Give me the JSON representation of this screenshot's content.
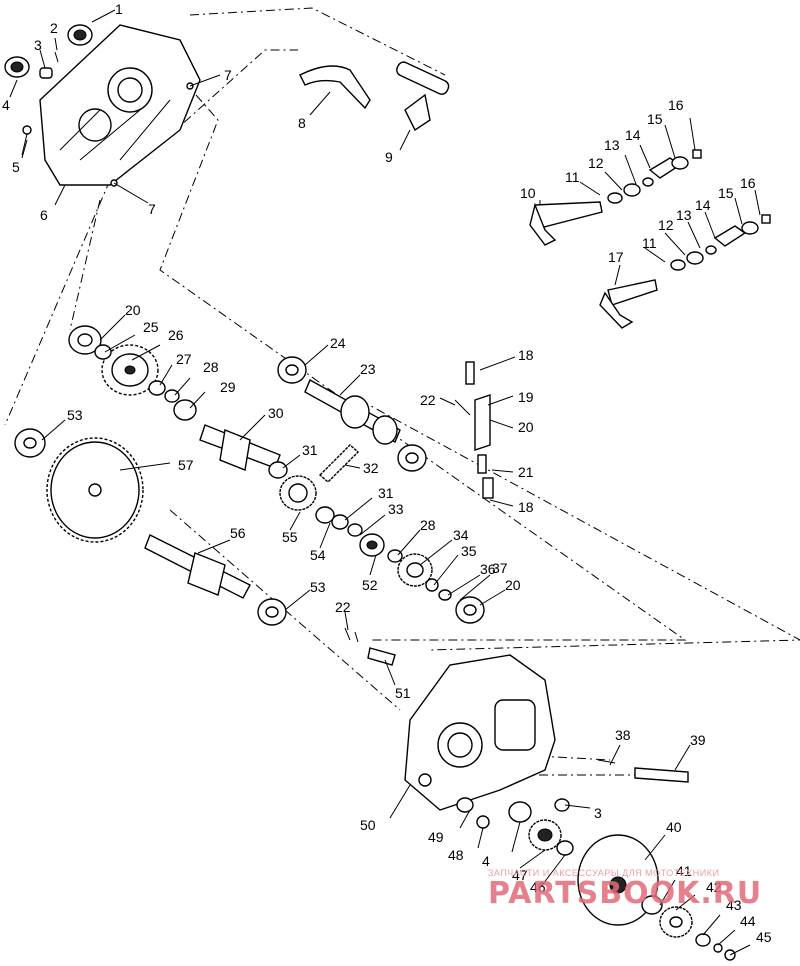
{
  "watermark": {
    "top_text": "ЗАПЧАСТИ И АКСЕССУАРЫ ДЛЯ МОТОТЕХНИКИ",
    "brand": "PARTSBOOK.RU",
    "brand_color": "#e36b7a"
  },
  "callouts": [
    {
      "id": "c1",
      "text": "1"
    },
    {
      "id": "c2",
      "text": "2"
    },
    {
      "id": "c3a",
      "text": "3"
    },
    {
      "id": "c4a",
      "text": "4"
    },
    {
      "id": "c5",
      "text": "5"
    },
    {
      "id": "c6",
      "text": "6"
    },
    {
      "id": "c7a",
      "text": "7"
    },
    {
      "id": "c7b",
      "text": "7"
    },
    {
      "id": "c8",
      "text": "8"
    },
    {
      "id": "c9",
      "text": "9"
    },
    {
      "id": "c10",
      "text": "10"
    },
    {
      "id": "c11a",
      "text": "11"
    },
    {
      "id": "c12a",
      "text": "12"
    },
    {
      "id": "c13a",
      "text": "13"
    },
    {
      "id": "c14a",
      "text": "14"
    },
    {
      "id": "c15a",
      "text": "15"
    },
    {
      "id": "c16a",
      "text": "16"
    },
    {
      "id": "c11b",
      "text": "11"
    },
    {
      "id": "c12b",
      "text": "12"
    },
    {
      "id": "c13b",
      "text": "13"
    },
    {
      "id": "c14b",
      "text": "14"
    },
    {
      "id": "c15b",
      "text": "15"
    },
    {
      "id": "c16b",
      "text": "16"
    },
    {
      "id": "c17",
      "text": "17"
    },
    {
      "id": "c18a",
      "text": "18"
    },
    {
      "id": "c19",
      "text": "19"
    },
    {
      "id": "c20c",
      "text": "20"
    },
    {
      "id": "c21",
      "text": "21"
    },
    {
      "id": "c18b",
      "text": "18"
    },
    {
      "id": "c22a",
      "text": "22"
    },
    {
      "id": "c20a",
      "text": "20"
    },
    {
      "id": "c25",
      "text": "25"
    },
    {
      "id": "c26",
      "text": "26"
    },
    {
      "id": "c27",
      "text": "27"
    },
    {
      "id": "c28a",
      "text": "28"
    },
    {
      "id": "c29",
      "text": "29"
    },
    {
      "id": "c24",
      "text": "24"
    },
    {
      "id": "c23",
      "text": "23"
    },
    {
      "id": "c30",
      "text": "30"
    },
    {
      "id": "c53a",
      "text": "53"
    },
    {
      "id": "c57",
      "text": "57"
    },
    {
      "id": "c31a",
      "text": "31"
    },
    {
      "id": "c32",
      "text": "32"
    },
    {
      "id": "c55",
      "text": "55"
    },
    {
      "id": "c31b",
      "text": "31"
    },
    {
      "id": "c33",
      "text": "33"
    },
    {
      "id": "c28b",
      "text": "28"
    },
    {
      "id": "c34",
      "text": "34"
    },
    {
      "id": "c54",
      "text": "54"
    },
    {
      "id": "c35",
      "text": "35"
    },
    {
      "id": "c56",
      "text": "56"
    },
    {
      "id": "c52",
      "text": "52"
    },
    {
      "id": "c36",
      "text": "36"
    },
    {
      "id": "c37",
      "text": "37"
    },
    {
      "id": "c20b",
      "text": "20"
    },
    {
      "id": "c53b",
      "text": "53"
    },
    {
      "id": "c22b",
      "text": "22"
    },
    {
      "id": "c51",
      "text": "51"
    },
    {
      "id": "c38",
      "text": "38"
    },
    {
      "id": "c39",
      "text": "39"
    },
    {
      "id": "c50",
      "text": "50"
    },
    {
      "id": "c3b",
      "text": "3"
    },
    {
      "id": "c49",
      "text": "49"
    },
    {
      "id": "c48",
      "text": "48"
    },
    {
      "id": "c4b",
      "text": "4"
    },
    {
      "id": "c47",
      "text": "47"
    },
    {
      "id": "c40",
      "text": "40"
    },
    {
      "id": "c46",
      "text": "46"
    },
    {
      "id": "c41",
      "text": "41"
    },
    {
      "id": "c42",
      "text": "42"
    },
    {
      "id": "c43",
      "text": "43"
    },
    {
      "id": "c44",
      "text": "44"
    },
    {
      "id": "c45",
      "text": "45"
    }
  ]
}
